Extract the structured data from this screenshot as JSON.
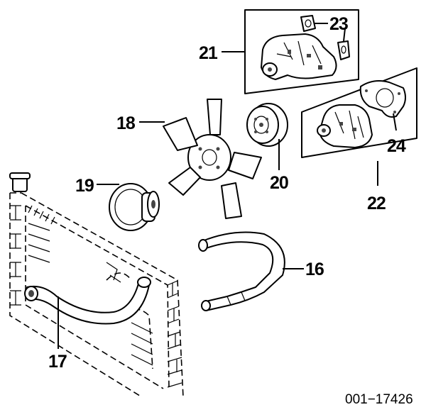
{
  "callouts": {
    "c16": "16",
    "c17": "17",
    "c18": "18",
    "c19": "19",
    "c20": "20",
    "c21": "21",
    "c22": "22",
    "c23": "23",
    "c24": "24"
  },
  "document_id": "001−17426"
}
